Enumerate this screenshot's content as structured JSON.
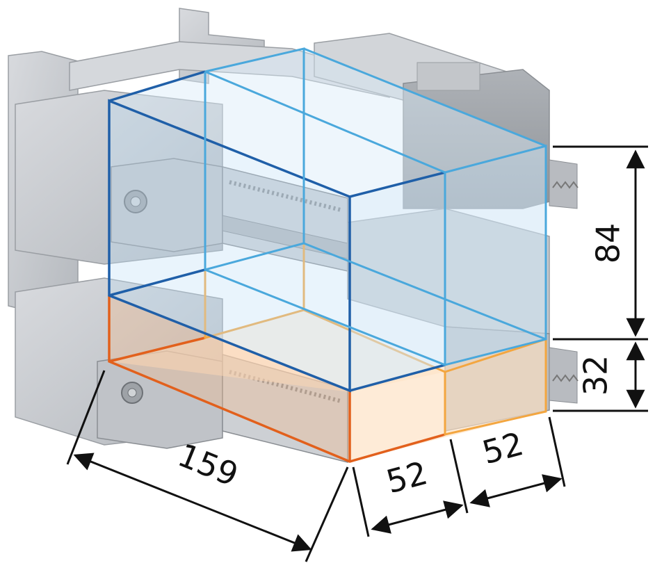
{
  "diagram": {
    "dimensions": {
      "height_top": "84",
      "height_bottom": "32",
      "depth": "159",
      "width_left": "52",
      "width_right": "52"
    },
    "colors": {
      "blue_dark": "#1f5fa8",
      "blue_light": "#4aa8dc",
      "blue_fill": "#cfe6f6",
      "orange_dark": "#e2601c",
      "orange_light": "#f3a640",
      "orange_fill": "#fde5cc",
      "machine_gray": "#c9ccd0",
      "dim_line": "#111111"
    }
  }
}
